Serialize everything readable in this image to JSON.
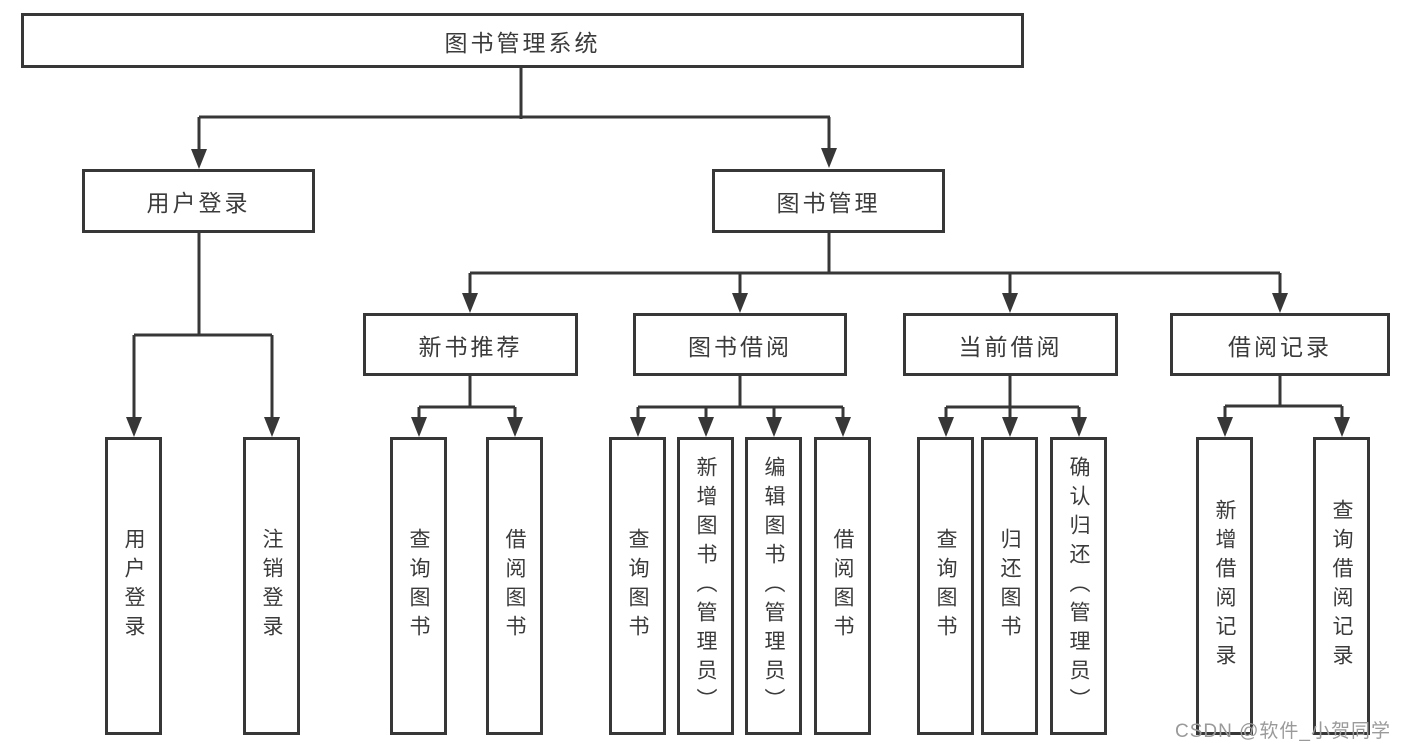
{
  "diagram": {
    "type": "tree",
    "tree": {
      "label": "图书管理系统",
      "children": [
        {
          "label": "用户登录",
          "children": [
            {
              "label": "用户登录"
            },
            {
              "label": "注销登录"
            }
          ]
        },
        {
          "label": "图书管理",
          "children": [
            {
              "label": "新书推荐",
              "children": [
                {
                  "label": "查询图书"
                },
                {
                  "label": "借阅图书"
                }
              ]
            },
            {
              "label": "图书借阅",
              "children": [
                {
                  "label": "查询图书"
                },
                {
                  "label": "新增图书（管理员）"
                },
                {
                  "label": "编辑图书（管理员）"
                },
                {
                  "label": "借阅图书"
                }
              ]
            },
            {
              "label": "当前借阅",
              "children": [
                {
                  "label": "查询图书"
                },
                {
                  "label": "归还图书"
                },
                {
                  "label": "确认归还（管理员）"
                }
              ]
            },
            {
              "label": "借阅记录",
              "children": [
                {
                  "label": "新增借阅记录"
                },
                {
                  "label": "查询借阅记录"
                }
              ]
            }
          ]
        }
      ]
    }
  },
  "watermark": {
    "text": "CSDN @软件_小贺同学"
  },
  "colors": {
    "line": "#373737",
    "box_border": "#373737",
    "text": "#3b3b3b",
    "watermark": "#9a9a9a",
    "background": "#ffffff"
  }
}
